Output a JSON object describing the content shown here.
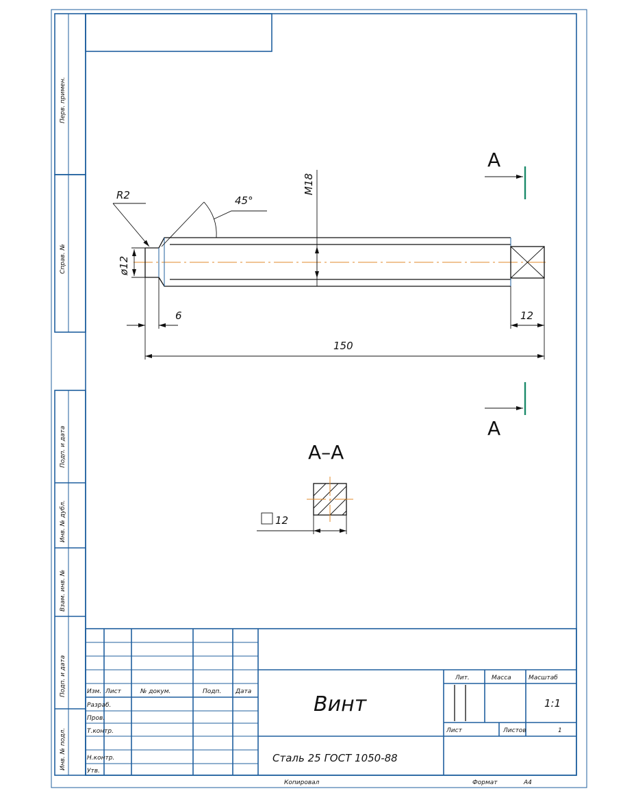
{
  "side_labels": [
    "Перв. примен.",
    "Справ. №",
    "Подп. и дата",
    "Инв. № дубл.",
    "Взам. инв. №",
    "Подп. и дата",
    "Инв. № подл."
  ],
  "dimensions": {
    "radius": "R2",
    "angle": "45°",
    "thread": "M18",
    "pin_diameter": "ø12",
    "chamfer_len": "6",
    "square_len": "12",
    "total_len": "150",
    "square_size": "12"
  },
  "section": {
    "marker": "A",
    "title": "A–A"
  },
  "title_block": {
    "headers": [
      "Изм.",
      "Лист",
      "№ докум.",
      "Подп.",
      "Дата"
    ],
    "roles": [
      "Разраб.",
      "Пров.",
      "Т.контр.",
      "Н.контр.",
      "Утв."
    ],
    "name": "Винт",
    "material": "Сталь 25 ГОСТ 1050-88",
    "lit_label": "Лит.",
    "mass_label": "Масса",
    "scale_label": "Масштаб",
    "scale": "1:1",
    "sheet_label": "Лист",
    "sheets_label": "Листов",
    "sheets": "1",
    "copied": "Копировал",
    "format_label": "Формат",
    "format": "A4"
  }
}
